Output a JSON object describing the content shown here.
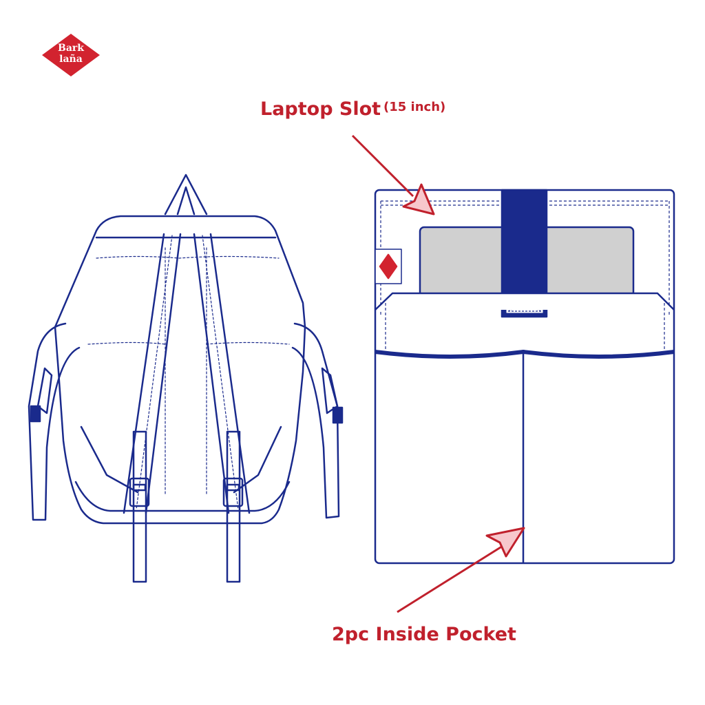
{
  "brand": {
    "logo_line1": "Bark",
    "logo_line2": "laña",
    "logo_color": "#d2232f"
  },
  "callouts": {
    "laptop_slot": "Laptop Slot",
    "laptop_size": "(15 inch)",
    "inside_pocket": "2pc Inside Pocket"
  },
  "colors": {
    "outline": "#1a2a8c",
    "label": "#c0202c",
    "strap": "#1a2a8c",
    "laptop_fill": "#d0d0d0",
    "arrow_fill": "#f7c7cc"
  },
  "icons": {
    "tag": "diamond-tag-icon"
  }
}
